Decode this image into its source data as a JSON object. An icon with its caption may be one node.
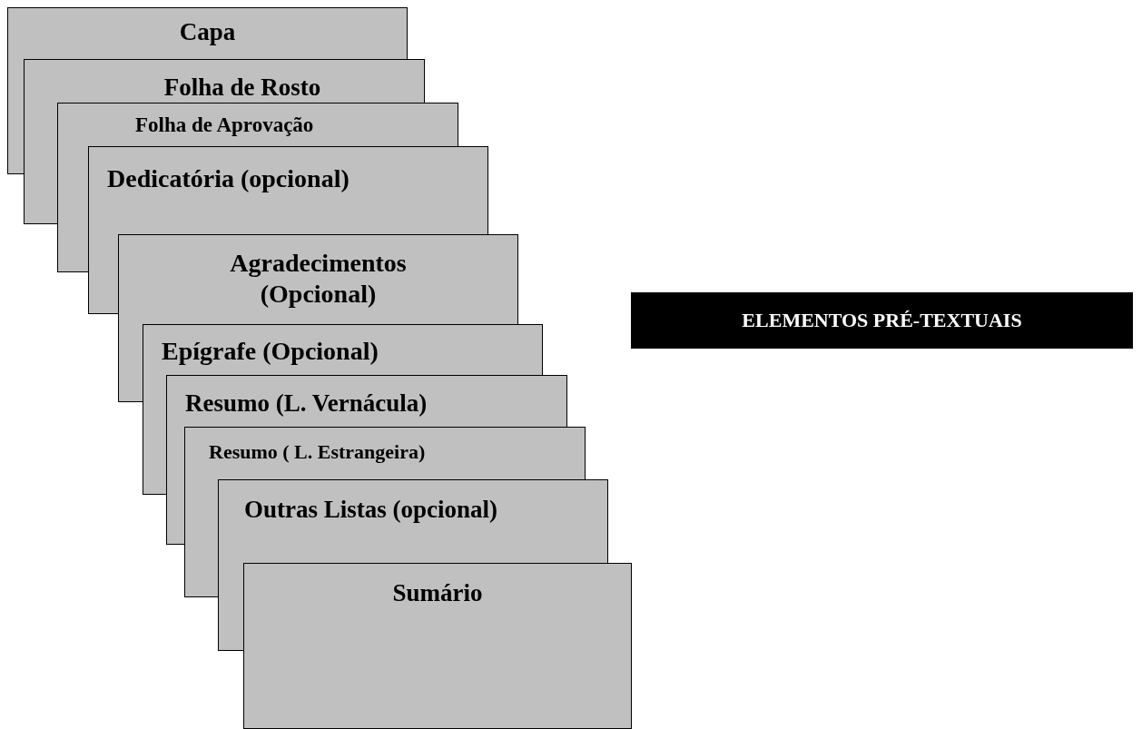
{
  "diagram": {
    "nodes": [
      {
        "text": [
          "Capa"
        ]
      },
      {
        "text": [
          "Folha de Rosto"
        ]
      },
      {
        "text": [
          "Folha de Aprovação"
        ]
      },
      {
        "text": [
          "Dedicatória (opcional)"
        ]
      },
      {
        "text": [
          "Agradecimentos (Opcional)"
        ]
      },
      {
        "text": [
          "Epígrafe (Opcional)"
        ]
      },
      {
        "text": [
          "Resumo (L. Vernácula)"
        ]
      },
      {
        "text": [
          "Resumo ( L. Estrangeira)"
        ]
      },
      {
        "text": [
          "Outras Listas (opcional)"
        ]
      },
      {
        "text": [
          "Sumário"
        ]
      },
      {
        "text": [
          "ELEMENTOS PRÉ-TEXTUAIS"
        ]
      }
    ],
    "edges": []
  }
}
